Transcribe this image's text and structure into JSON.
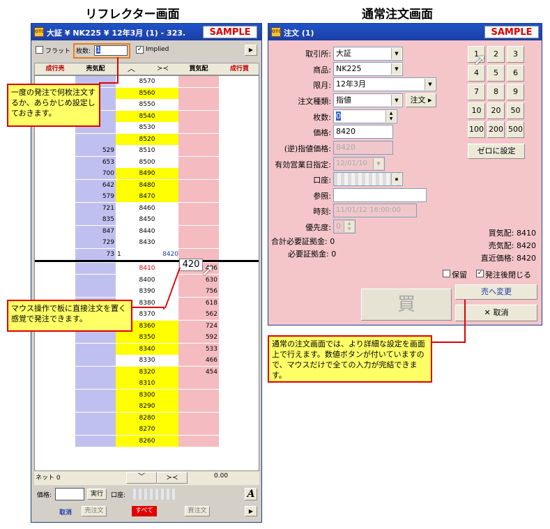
{
  "headings": {
    "reflector": "リフレクター画面",
    "order": "通常注文画面"
  },
  "reflector": {
    "title": "大証 ¥ NK225 ¥ 12年3月 (1) - 323.",
    "sample": "SAMPLE",
    "flat_label": "フラット",
    "qty_label": "枚数:",
    "qty_value": "1",
    "implied_label": "Implied",
    "headers": [
      "成行売",
      "売気配",
      "⌃",
      "⪦⪧",
      "買気配",
      "成行買"
    ],
    "rows": [
      {
        "sell": "",
        "price": "8570",
        "buy": "",
        "yellow": false
      },
      {
        "sell": "",
        "price": "8560",
        "buy": "",
        "yellow": true
      },
      {
        "sell": "",
        "price": "8550",
        "buy": "",
        "yellow": false
      },
      {
        "sell": "",
        "price": "8540",
        "buy": "",
        "yellow": true
      },
      {
        "sell": "",
        "price": "8530",
        "buy": "",
        "yellow": false
      },
      {
        "sell": "",
        "price": "8520",
        "buy": "",
        "yellow": true
      },
      {
        "sell": "529",
        "price": "8510",
        "buy": "",
        "yellow": false
      },
      {
        "sell": "653",
        "price": "8500",
        "buy": "",
        "yellow": false
      },
      {
        "sell": "700",
        "price": "8490",
        "buy": "",
        "yellow": true
      },
      {
        "sell": "642",
        "price": "8480",
        "buy": "",
        "yellow": true
      },
      {
        "sell": "579",
        "price": "8470",
        "buy": "",
        "yellow": true
      },
      {
        "sell": "721",
        "price": "8460",
        "buy": "",
        "yellow": false
      },
      {
        "sell": "835",
        "price": "8450",
        "buy": "",
        "yellow": false
      },
      {
        "sell": "847",
        "price": "8440",
        "buy": "",
        "yellow": false
      },
      {
        "sell": "729",
        "price": "8430",
        "buy": "",
        "yellow": false
      },
      {
        "sell": "73",
        "price": "1",
        "buy": "",
        "yellow": false,
        "extra": "8420"
      },
      {
        "sell": "",
        "price": "8410",
        "buy": "406",
        "yellow": false,
        "red": true
      },
      {
        "sell": "",
        "price": "8400",
        "buy": "630",
        "yellow": false
      },
      {
        "sell": "",
        "price": "8390",
        "buy": "756",
        "yellow": false
      },
      {
        "sell": "",
        "price": "8380",
        "buy": "618",
        "yellow": false
      },
      {
        "sell": "",
        "price": "8370",
        "buy": "562",
        "yellow": false
      },
      {
        "sell": "",
        "price": "8360",
        "buy": "724",
        "yellow": true
      },
      {
        "sell": "",
        "price": "8350",
        "buy": "592",
        "yellow": true
      },
      {
        "sell": "",
        "price": "8340",
        "buy": "533",
        "yellow": true
      },
      {
        "sell": "",
        "price": "8330",
        "buy": "466",
        "yellow": false
      },
      {
        "sell": "",
        "price": "8320",
        "buy": "454",
        "yellow": true
      },
      {
        "sell": "",
        "price": "8310",
        "buy": "",
        "yellow": true
      },
      {
        "sell": "",
        "price": "8300",
        "buy": "",
        "yellow": true
      },
      {
        "sell": "",
        "price": "8290",
        "buy": "",
        "yellow": true
      },
      {
        "sell": "",
        "price": "8280",
        "buy": "",
        "yellow": true
      },
      {
        "sell": "",
        "price": "8270",
        "buy": "",
        "yellow": true
      },
      {
        "sell": "",
        "price": "8260",
        "buy": "",
        "yellow": true
      }
    ],
    "drag_price": "420",
    "net_label": "ネット 0",
    "net_value": "0.00",
    "price_label": "価格:",
    "exec_button": "実行",
    "account_label": "口座:",
    "bottom_buttons": [
      "取消",
      "売注文",
      "すべて",
      "買注文"
    ],
    "font_button": "A"
  },
  "order": {
    "title": "注文 (1)",
    "sample": "SAMPLE",
    "fields": {
      "exchange_label": "取引所:",
      "exchange": "大証",
      "product_label": "商品:",
      "product": "NK225",
      "month_label": "限月:",
      "month": "12年3月",
      "type_label": "注文種類:",
      "type": "指値",
      "type_button": "注文 ▸",
      "qty_label": "枚数:",
      "qty": "0",
      "price_label": "価格:",
      "price": "8420",
      "stop_label": "(逆)指値価格:",
      "stop": "8420",
      "valid_label": "有効営業日指定:",
      "valid": "12/01/10",
      "account_label": "口座:",
      "ref_label": "参照:",
      "time_label": "時刻:",
      "time": "11/01/12 16:00:00",
      "priority_label": "優先度:",
      "priority": "0"
    },
    "margin_total": "合計必要証拠金: 0",
    "margin_required": "必要証拠金: 0",
    "numpad": [
      "1",
      "2",
      "3",
      "4",
      "5",
      "6",
      "7",
      "8",
      "9",
      "10",
      "20",
      "50",
      "100",
      "200",
      "500"
    ],
    "zero_button": "ゼロに設定",
    "bid": "買気配: 8410",
    "ask": "売気配: 8420",
    "last": "直近価格: 8420",
    "hold_label": "保留",
    "close_after_label": "発注後閉じる",
    "buy_button": "買",
    "switch_button": "売へ変更",
    "cancel_button": "取消"
  },
  "callouts": {
    "qty": "一度の発注で何枚注文するか、あらかじめ設定しておきます。",
    "mouse": "マウス操作で板に直接注文を置く感覚で発注できます。",
    "order": "通常の注文画面では、より詳細な設定を画面上で行えます。数値ボタンが付いていますので、マウスだけで全ての入力が完結できます。"
  },
  "colors": {
    "title_bar": "#1f52c8",
    "ask": "#c0c0f0",
    "bid": "#f4bcc0",
    "yellow": "#ffff00",
    "callout_border": "#e00000"
  }
}
